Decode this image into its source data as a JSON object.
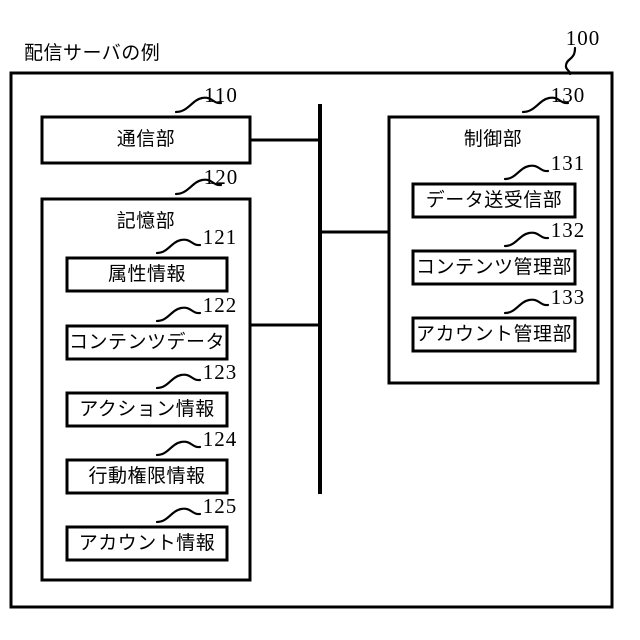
{
  "figure": {
    "title": "配信サーバの例",
    "outer_ref": "100",
    "stroke_color": "#000000",
    "background_color": "#ffffff"
  },
  "blocks": {
    "communication": {
      "label": "通信部",
      "ref": "110"
    },
    "storage": {
      "label": "記憶部",
      "ref": "120",
      "items": [
        {
          "label": "属性情報",
          "ref": "121"
        },
        {
          "label": "コンテンツデータ",
          "ref": "122"
        },
        {
          "label": "アクション情報",
          "ref": "123"
        },
        {
          "label": "行動権限情報",
          "ref": "124"
        },
        {
          "label": "アカウント情報",
          "ref": "125"
        }
      ]
    },
    "control": {
      "label": "制御部",
      "ref": "130",
      "items": [
        {
          "label": "データ送受信部",
          "ref": "131"
        },
        {
          "label": "コンテンツ管理部",
          "ref": "132"
        },
        {
          "label": "アカウント管理部",
          "ref": "133"
        }
      ]
    }
  }
}
